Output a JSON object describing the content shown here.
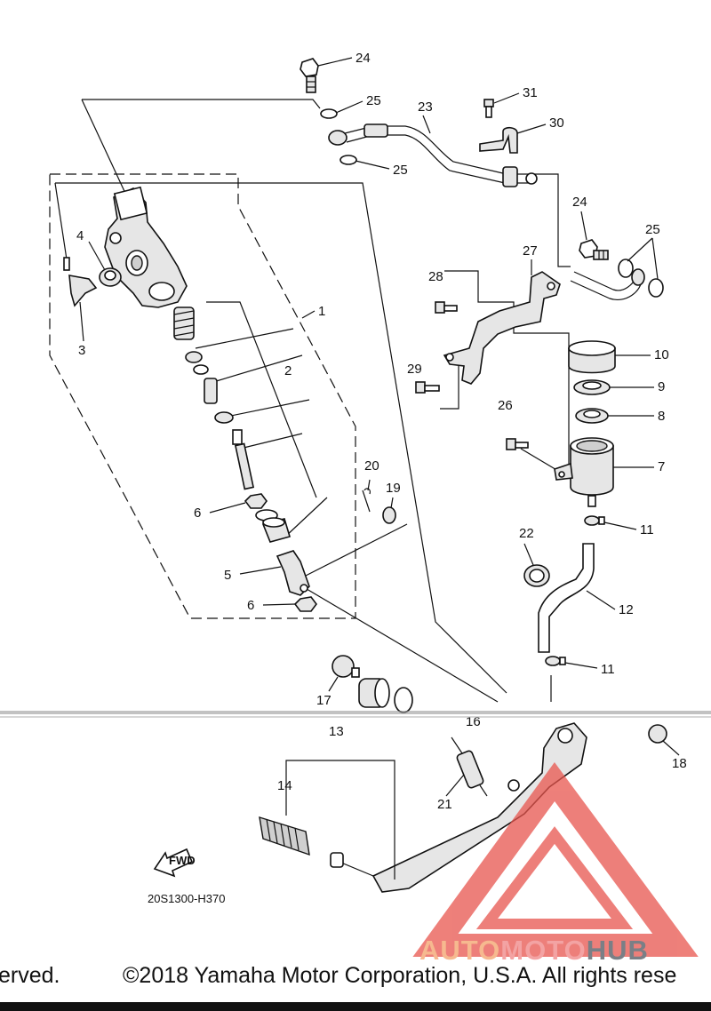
{
  "diagram": {
    "drawing_code": "20S1300-H370",
    "fwd_label": "FWD",
    "labels": {
      "p1": "1",
      "p2": "2",
      "p3": "3",
      "p4": "4",
      "p5": "5",
      "p6a": "6",
      "p6b": "6",
      "p7": "7",
      "p8": "8",
      "p9": "9",
      "p10": "10",
      "p11a": "11",
      "p11b": "11",
      "p12": "12",
      "p13": "13",
      "p14": "14",
      "p16": "16",
      "p17": "17",
      "p18": "18",
      "p19": "19",
      "p20": "20",
      "p21": "21",
      "p22": "22",
      "p23": "23",
      "p24a": "24",
      "p24b": "24",
      "p25a": "25",
      "p25b": "25",
      "p25c": "25",
      "p26": "26",
      "p27": "27",
      "p28": "28",
      "p29": "29",
      "p30": "30",
      "p31": "31"
    }
  },
  "footer": {
    "left_fragment": "erved.",
    "copyright": "©2018 Yamaha Motor Corporation, U.S.A. All rights rese"
  },
  "watermark": {
    "part1": "AUTO",
    "part2": "MOTO",
    "part3": "HUB",
    "triangle_color": "#e8554e"
  }
}
